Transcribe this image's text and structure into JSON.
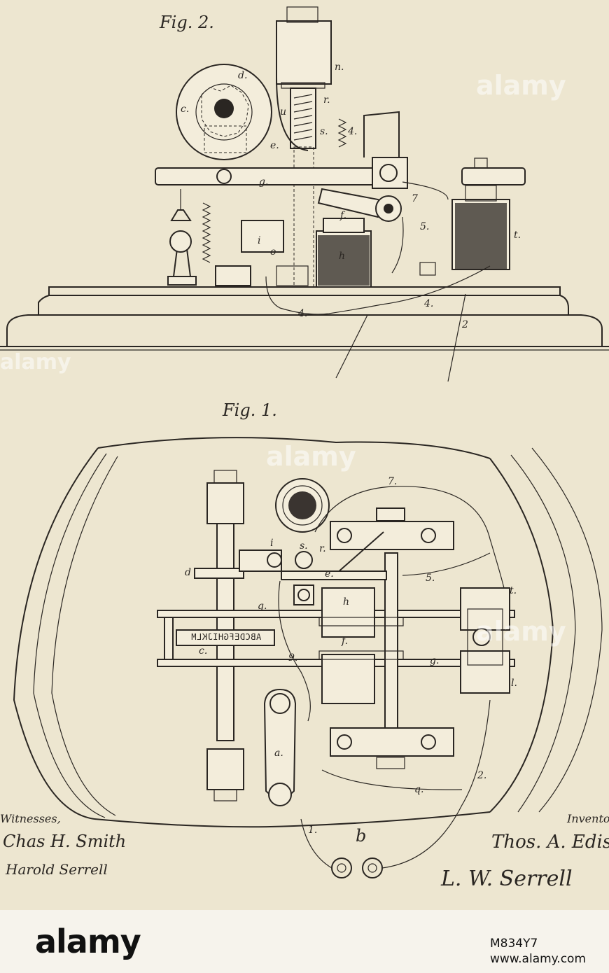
{
  "figures": {
    "fig2": {
      "title": "Fig. 2."
    },
    "fig1": {
      "title": "Fig. 1."
    }
  },
  "fig2_labels": [
    "d.",
    "c.",
    "n.",
    "r.",
    "u",
    "s.",
    "4.",
    "e.",
    "g.",
    "f.",
    "h",
    "i",
    "o",
    "5.",
    "7",
    "t.",
    "4.",
    "4.",
    "2"
  ],
  "fig1_labels": [
    "7.",
    "s.",
    "r.",
    "i",
    "d",
    "e.",
    "5.",
    "t.",
    "h",
    "g.",
    "c.",
    "f.",
    "g.",
    "l.",
    "a.",
    "9.",
    "2.",
    "1.",
    "b",
    "q."
  ],
  "type_wheel_text": "ABCDEFGHIJKLM",
  "signatures": {
    "witnesses_label": "Witnesses,",
    "witness_1": "Chas H. Smith",
    "witness_2": "Harold Serrell",
    "inventor_label": "Inventor,",
    "inventor": "Thos. A. Edison",
    "attorney": "L. W. Serrell"
  },
  "watermark": {
    "text": "alamy"
  },
  "footer": {
    "logo": "alamy",
    "image_id": "M834Y7",
    "url": "www.alamy.com"
  }
}
